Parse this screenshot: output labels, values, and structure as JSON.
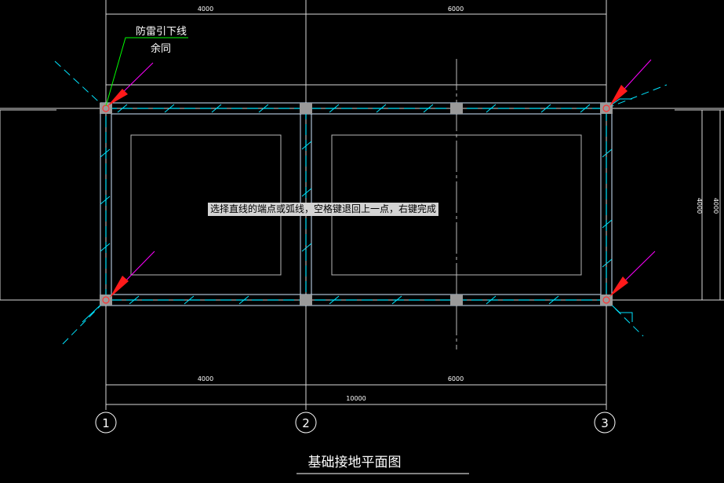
{
  "prompt": {
    "text": "选择直线的端点或弧线，空格键退回上一点，右键完成"
  },
  "annotation": {
    "line1": "防雷引下线",
    "line2": "余同"
  },
  "dimensions": {
    "top_left": "4000",
    "top_right": "6000",
    "bottom_left": "4000",
    "bottom_right": "6000",
    "bottom_total": "10000",
    "side_inner": "4000",
    "side_outer": "4000"
  },
  "grid_axes": [
    "1",
    "2",
    "3"
  ],
  "title": {
    "text": "基础接地平面图"
  },
  "colors": {
    "background": "#000000",
    "grid_line": "#ffffff",
    "cyan": "#00e5ff",
    "green": "#00ff00",
    "magenta": "#ff00ff",
    "red": "#ff0000",
    "column": "#9a9a9a"
  }
}
